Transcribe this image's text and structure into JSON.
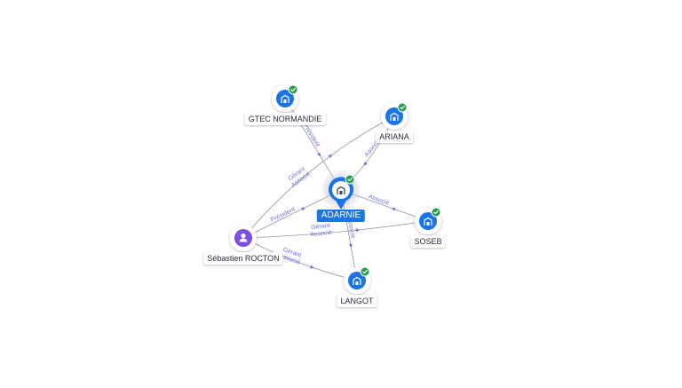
{
  "graph": {
    "colors": {
      "edge": "#8e94a3",
      "edge_label": "#6b74d6",
      "company": "#1a73e8",
      "person": "#7d4fe0",
      "verified": "#1e9e4a"
    },
    "nodes": [
      {
        "id": "gtec",
        "label": "GTEC NORMANDIE",
        "kind": "company",
        "icon": "building-icon",
        "verified": true
      },
      {
        "id": "ariana",
        "label": "ARIANA",
        "kind": "company",
        "icon": "building-icon",
        "verified": true
      },
      {
        "id": "adarnie",
        "label": "ADARNIE",
        "kind": "company",
        "icon": "building-icon",
        "verified": true,
        "focus": true
      },
      {
        "id": "soseb",
        "label": "SOSEB",
        "kind": "company",
        "icon": "building-icon",
        "verified": true
      },
      {
        "id": "langot",
        "label": "LANGOT",
        "kind": "company",
        "icon": "building-icon",
        "verified": true
      },
      {
        "id": "rocton",
        "label": "Sébastien ROCTON",
        "kind": "person",
        "icon": "person-icon",
        "verified": false
      }
    ],
    "edges": [
      {
        "from": "gtec",
        "to": "adarnie",
        "labels": [
          "Président"
        ]
      },
      {
        "from": "ariana",
        "to": "adarnie",
        "labels": [
          "Associé"
        ]
      },
      {
        "from": "adarnie",
        "to": "soseb",
        "labels": [
          "Associé"
        ]
      },
      {
        "from": "adarnie",
        "to": "langot",
        "labels": [
          "Associé"
        ]
      },
      {
        "from": "rocton",
        "to": "adarnie",
        "labels": [
          "Président"
        ]
      },
      {
        "from": "rocton",
        "to": "ariana",
        "labels": [
          "Gérant",
          "Associé"
        ]
      },
      {
        "from": "rocton",
        "to": "soseb",
        "labels": [
          "Gérant",
          "Associé"
        ]
      },
      {
        "from": "rocton",
        "to": "langot",
        "labels": [
          "Gérant",
          "Associé"
        ]
      }
    ]
  }
}
